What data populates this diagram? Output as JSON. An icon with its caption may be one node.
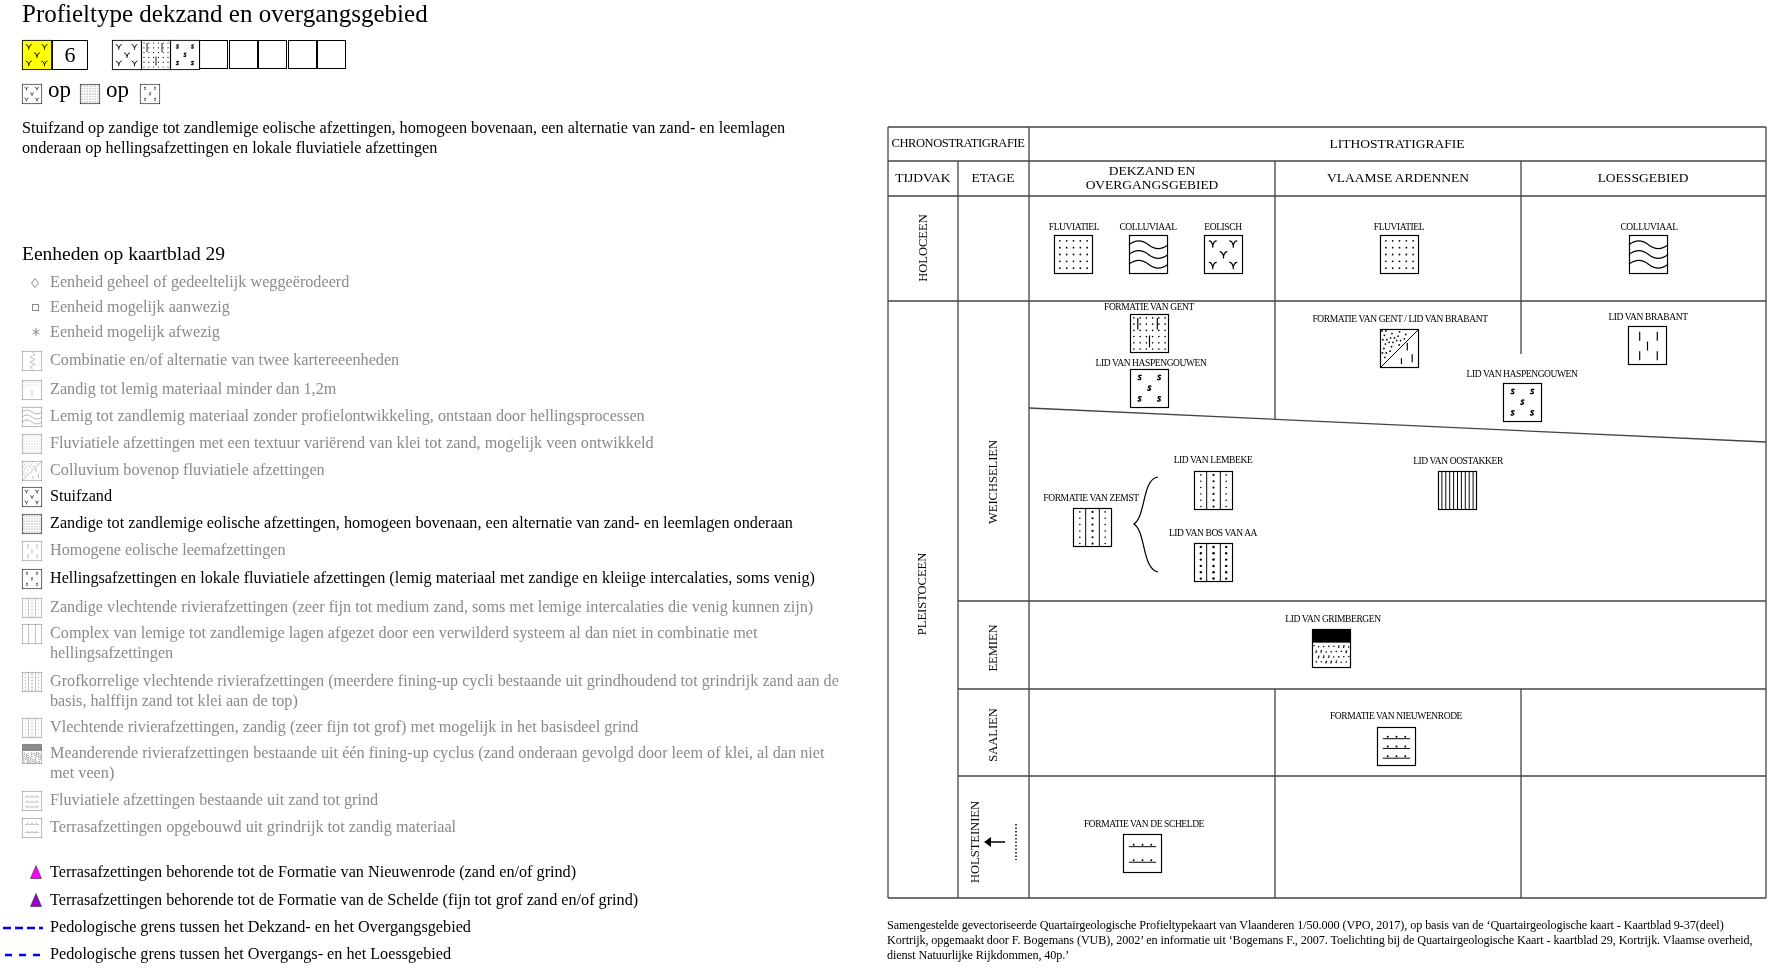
{
  "diagram": {
    "title": "Profieltype dekzand en overgangsgebied",
    "caption": "Samengestelde gevectoriseerde Quartairgeologische Profieltypekaart van Vlaanderen 1/50.000 (VPO, 2017), op basis van de ‘Quartairgeologische kaart - Kaartblad 9-37(deel) Kortrijk, opgemaakt door F. Bogemans (VUB), 2002’ en informatie uit ‘Bogemans F., 2007. Toelichting bij de Quartairgeologische Kaart - kaartblad 29, Kortrijk. Vlaamse overheid, dienst Natuurlijke Rijkdommen, 40p.’",
    "labels": [
      "6",
      "op",
      "op",
      "Stuifzand op zandige tot zandlemige eolische afzettingen, homogeen bovenaan, een alternatie van zand- en leemlagen onderaan op hellingsafzettingen en lokale fluviatiele afzettingen",
      "Eenheden op kaartblad 29",
      "CHRONOSTRATIGRAFIE",
      "LITHOSTRATIGRAFIE",
      "TIJDVAK",
      "ETAGE",
      "DEKZAND EN OVERGANGSGEBIED",
      "VLAAMSE ARDENNEN",
      "LOESSGEBIED",
      "HOLOCEEN",
      "FLUVIATIEL",
      "COLLUVIAAL",
      "EOLISCH",
      "FLUVIATIEL",
      "COLLUVIAAL",
      "PLEISTOCEEN",
      "FORMATIE VAN GENT",
      "FORMATIE VAN GENT / LID VAN BRABANT",
      "LID VAN BRABANT",
      "LID VAN HASPENGOUWEN",
      "LID VAN HASPENGOUWEN",
      "WEICHSELIEN",
      "LID VAN LEMBEKE",
      "LID VAN OOSTAKKER",
      "FORMATIE VAN ZEMST",
      "LID VAN BOS VAN AA",
      "EEMIEN",
      "LID VAN GRIMBERGEN",
      "SAALIEN",
      "FORMATIE VAN NIEUWENRODE",
      "HOLSTEINIEN",
      "FORMATIE VAN DE SCHELDE"
    ],
    "legend": [
      {
        "text": "Eenheid geheel of gedeeltelijk weggeërodeerd"
      },
      {
        "text": "Eenheid mogelijk aanwezig"
      },
      {
        "text": "Eenheid mogelijk afwezig"
      },
      {
        "text": "Combinatie en/of alternatie van twee kartereeenheden"
      },
      {
        "text": "Zandig tot lemig materiaal minder dan 1,2m"
      },
      {
        "text": "Lemig tot zandlemig materiaal zonder profielontwikkeling, ontstaan door hellingsprocessen"
      },
      {
        "text": "Fluviatiele afzettingen met een textuur variërend van klei tot zand, mogelijk veen ontwikkeld"
      },
      {
        "text": "Colluvium bovenop fluviatiele afzettingen"
      },
      {
        "text": "Stuifzand"
      },
      {
        "text": "Zandige tot zandlemige eolische afzettingen, homogeen bovenaan, een alternatie van zand- en leemlagen onderaan"
      },
      {
        "text": "Homogene eolische leemafzettingen"
      },
      {
        "text": "Hellingsafzettingen en lokale fluviatiele afzettingen (lemig materiaal met zandige en kleiige intercalaties, soms venig)"
      },
      {
        "text": "Zandige vlechtende rivierafzettingen (zeer fijn tot medium zand, soms met lemige intercalaties die venig kunnen zijn)"
      },
      {
        "text": "Complex van lemige tot zandlemige lagen afgezet door een verwilderd systeem al dan niet in combinatie met hellingsafzettingen"
      },
      {
        "text": "Grofkorrelige vlechtende rivierafzettingen (meerdere fining-up cycli bestaande uit grindhoudend tot grindrijk zand aan de basis, halffijn zand tot klei aan de top)"
      },
      {
        "text": "Vlechtende rivierafzettingen, zandig (zeer fijn tot grof) met mogelijk in het basisdeel grind"
      },
      {
        "text": "Meanderende rivierafzettingen bestaande uit één fining-up cyclus (zand onderaan gevolgd door leem of klei, al dan niet met veen)"
      },
      {
        "text": "Fluviatiele afzettingen bestaande uit zand tot grind"
      },
      {
        "text": "Terrasafzettingen opgebouwd uit grindrijk tot zandig materiaal"
      },
      {
        "text": "Terrasafzettingen behorende tot de Formatie van Nieuwenrode (zand en/of grind)",
        "color": "#ff00ff"
      },
      {
        "text": "Terrasafzettingen behorende tot de Formatie van de Schelde (fijn tot grof zand en/of grind)",
        "color": "#9900cc"
      },
      {
        "text": "Pedologische grens tussen het Dekzand- en het Overgangsgebied"
      },
      {
        "text": "Pedologische grens tussen het Overgangs- en het Loessgebied"
      }
    ]
  }
}
